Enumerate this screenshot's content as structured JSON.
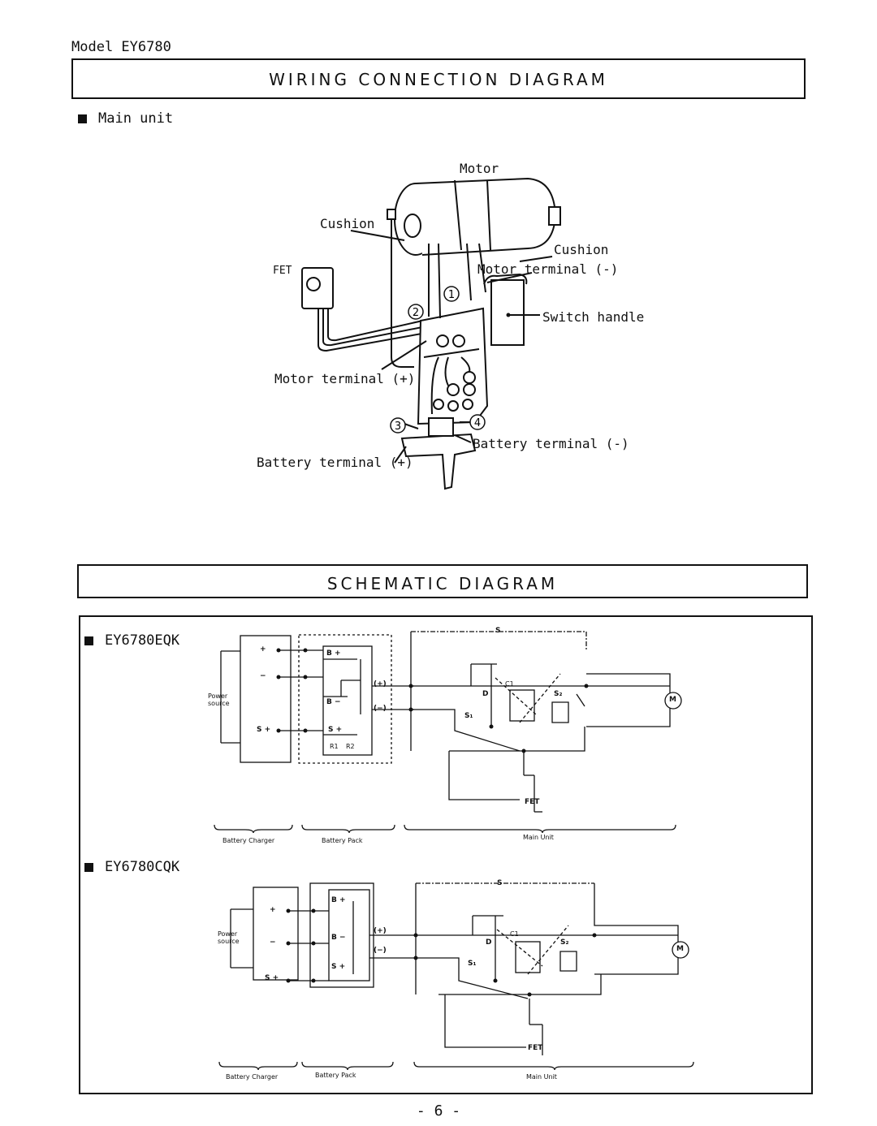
{
  "header": {
    "model": "Model EY6780"
  },
  "wiring": {
    "title": "WIRING CONNECTION DIAGRAM",
    "section": "Main unit",
    "labels": {
      "motor": "Motor",
      "cushion_left": "Cushion",
      "cushion_right": "Cushion",
      "fet": "FET",
      "motor_terminal_minus": "Motor terminal (-)",
      "switch_handle": "Switch handle",
      "motor_terminal_plus": "Motor terminal (+)",
      "battery_terminal_minus": "Battery terminal (-)",
      "battery_terminal_plus": "Battery terminal (+)"
    },
    "markers": [
      "①",
      "②",
      "③",
      "④"
    ]
  },
  "schematic": {
    "title": "SCHEMATIC DIAGRAM",
    "variants": [
      {
        "model": "EY6780EQK",
        "power_source": "Power source",
        "charger_terms": [
          "+",
          "−",
          "S +"
        ],
        "pack_terms": [
          "B +",
          "B −",
          "S +",
          "R1",
          "R2"
        ],
        "pack_out": [
          "(+)",
          "(−)"
        ],
        "labels": {
          "s": "S",
          "s1": "S₁",
          "s2": "S₂",
          "d": "D",
          "c1": "C1",
          "fet": "FET",
          "motor": "M"
        },
        "groups": [
          "Battery Charger",
          "Battery Pack",
          "Main Unit"
        ]
      },
      {
        "model": "EY6780CQK",
        "power_source": "Power source",
        "charger_terms": [
          "+",
          "−",
          "S +"
        ],
        "pack_terms": [
          "B +",
          "B −",
          "S +"
        ],
        "pack_out": [
          "(+)",
          "(−)"
        ],
        "labels": {
          "s": "S",
          "s1": "S₁",
          "s2": "S₂",
          "d": "D",
          "c1": "C1",
          "fet": "FET",
          "motor": "M"
        },
        "groups": [
          "Battery Charger",
          "Battery Pack",
          "Main Unit"
        ]
      }
    ]
  },
  "footer": {
    "page": "- 6 -"
  }
}
